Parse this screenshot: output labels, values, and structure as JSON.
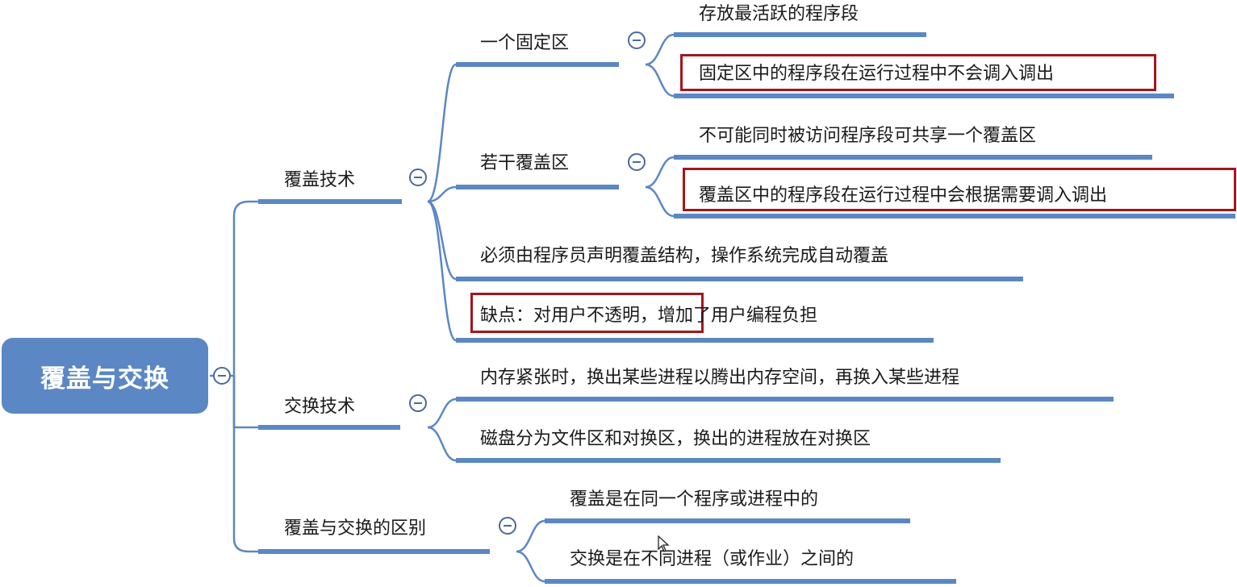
{
  "root": {
    "label": "覆盖与交换"
  },
  "branches": [
    {
      "label": "覆盖技术",
      "children": [
        {
          "label": "一个固定区",
          "children": [
            {
              "label": "存放最活跃的程序段"
            },
            {
              "label": "固定区中的程序段在运行过程中不会调入调出"
            }
          ]
        },
        {
          "label": "若干覆盖区",
          "children": [
            {
              "label": "不可能同时被访问程序段可共享一个覆盖区"
            },
            {
              "label": "覆盖区中的程序段在运行过程中会根据需要调入调出"
            }
          ]
        },
        {
          "label": "必须由程序员声明覆盖结构，操作系统完成自动覆盖"
        },
        {
          "label_highlighted": "缺点：对用户不透明，",
          "label_rest": "增加了用户编程负担"
        }
      ]
    },
    {
      "label": "交换技术",
      "children": [
        {
          "label": "内存紧张时，换出某些进程以腾出内存空间，再换入某些进程"
        },
        {
          "label": "磁盘分为文件区和对换区，换出的进程放在对换区"
        }
      ]
    },
    {
      "label": "覆盖与交换的区别",
      "children": [
        {
          "label": "覆盖是在同一个程序或进程中的"
        },
        {
          "label": "交换是在不同进程（或作业）之间的"
        }
      ]
    }
  ],
  "colors": {
    "line": "#5b87c4",
    "highlight": "#a3171d",
    "root_bg": "#5b87c4"
  }
}
